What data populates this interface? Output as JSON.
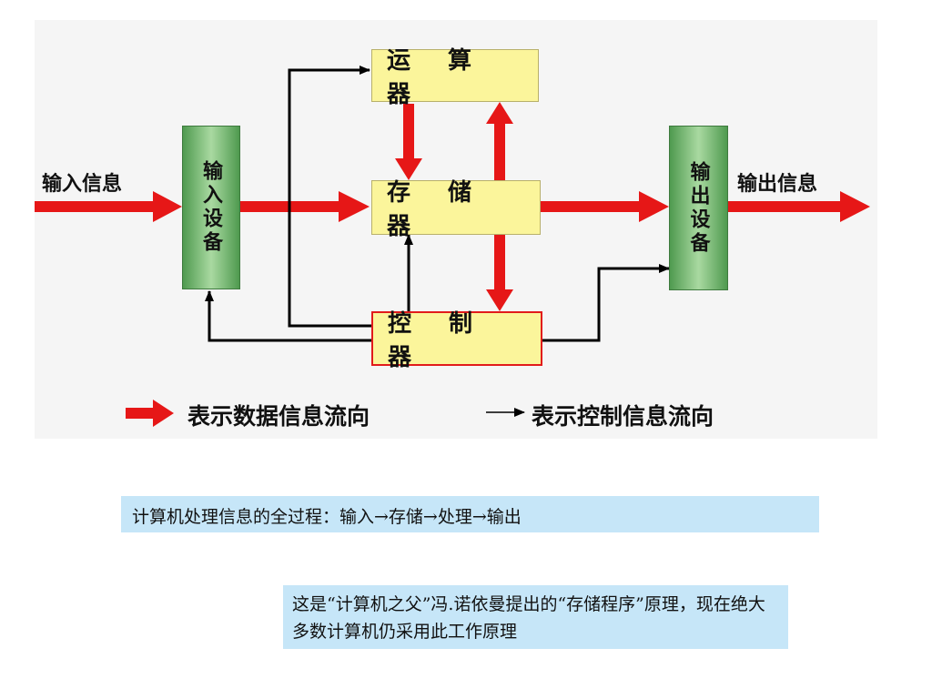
{
  "diagram": {
    "nodes": {
      "alu": "运 算 器",
      "memory": "存 储 器",
      "controller": "控 制 器",
      "input_device": "输入设备",
      "output_device": "输出设备"
    },
    "labels": {
      "input_info": "输入信息",
      "output_info": "输出信息"
    },
    "legend": {
      "data_flow": "表示数据信息流向",
      "control_flow": "表示控制信息流向"
    },
    "colors": {
      "data_arrow": "#e61717",
      "control_arrow": "#000000",
      "unit_box": "#fbf59b",
      "io_box": "#6fb46a",
      "control_border": "#e11b1b"
    }
  },
  "notes": {
    "process": "计算机处理信息的全过程：输入→存储→处理→输出",
    "principle": "这是“计算机之父”冯.诺依曼提出的“存储程序”原理，现在绝大多数计算机仍采用此工作原理"
  }
}
